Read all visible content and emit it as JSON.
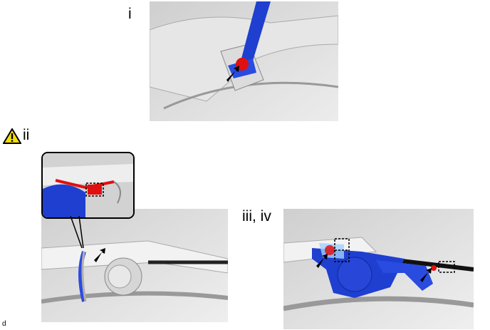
{
  "steps": {
    "step1_label": "i",
    "step2_label": "ii",
    "step3_label": "iii, iv"
  },
  "figure_code": "d",
  "icons": {
    "warning": "warning-triangle-icon",
    "arrow": "black-arrow-icon"
  },
  "colors": {
    "part_blue": "#1f3fd0",
    "highlight_red": "#e01010",
    "background_gray": "#d8d8d8",
    "warning_yellow": "#f5e000"
  }
}
